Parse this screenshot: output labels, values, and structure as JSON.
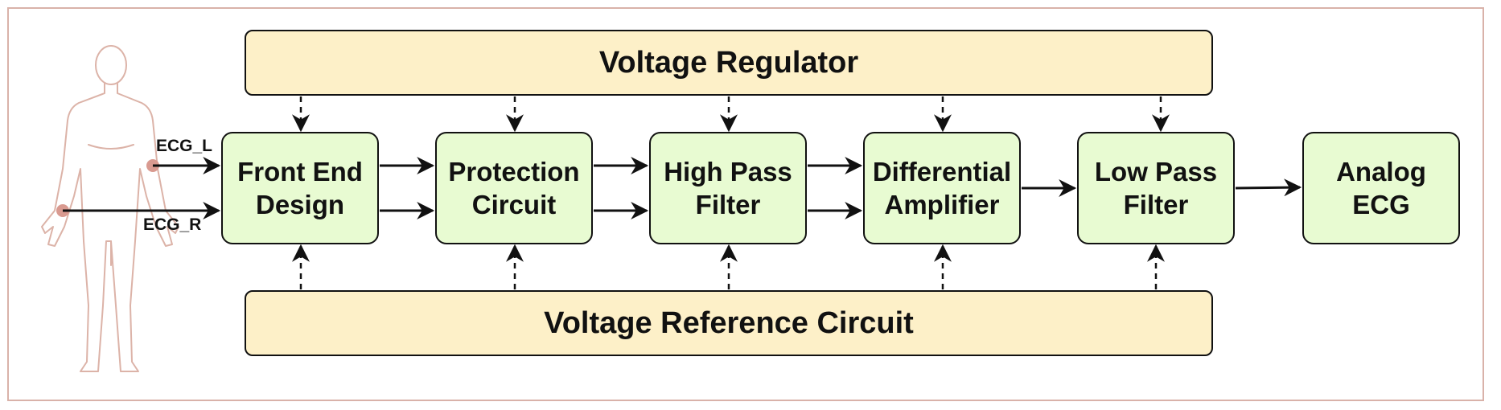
{
  "rails": {
    "top": "Voltage Regulator",
    "bottom": "Voltage Reference Circuit"
  },
  "blocks": [
    "Front End\nDesign",
    "Protection\nCircuit",
    "High Pass\nFilter",
    "Differential\nAmplifier",
    "Low Pass\nFilter",
    "Analog\nECG"
  ],
  "electrodes": {
    "left": "ECG_L",
    "right": "ECG_R"
  },
  "colors": {
    "rail_fill": "#fdf0c8",
    "block_fill": "#e8fbd2",
    "body_outline": "#dcb3a8",
    "electrode": "#d99a90",
    "frame": "#d9b2a9"
  }
}
